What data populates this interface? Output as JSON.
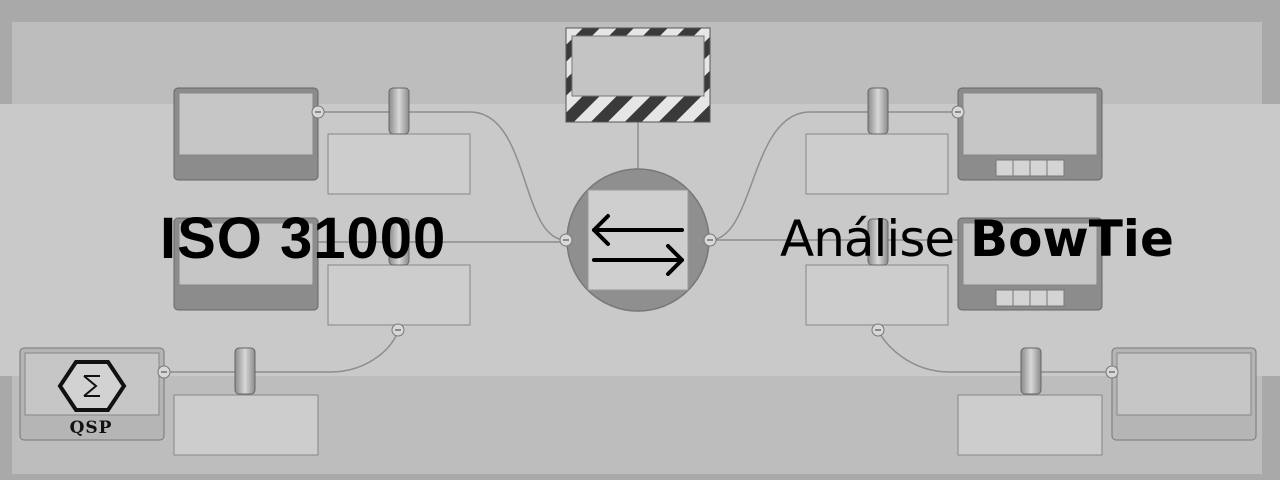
{
  "heading": {
    "left": "ISO 31000",
    "right_light": "Análise",
    "right_bold": "BowTie"
  },
  "logo": {
    "text": "QSP"
  },
  "colors": {
    "background": "#a9a9a9",
    "band": "#c9c9c9",
    "text": "#000000"
  },
  "icons": {
    "center": "exchange-arrows-icon",
    "logo": "hexagon-sigma-icon"
  }
}
